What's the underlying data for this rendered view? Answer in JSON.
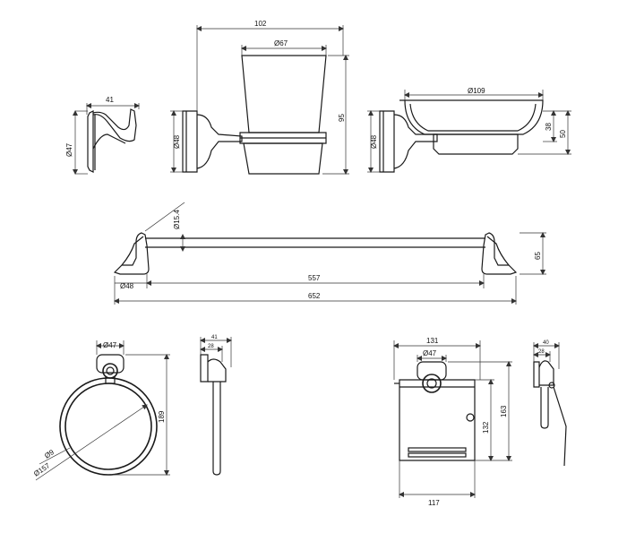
{
  "dimensions": {
    "robe_hook_width": "41",
    "robe_hook_base_dia": "Ø47",
    "tumbler_overall_width": "102",
    "tumbler_glass_dia": "Ø67",
    "tumbler_base_dia": "Ø48",
    "tumbler_height": "95",
    "soap_dish_dia": "Ø109",
    "soap_dish_base_dia": "Ø48",
    "soap_dish_depth_inner": "38",
    "soap_dish_depth_outer": "50",
    "towel_bar_rod_dia": "Ø15.4",
    "towel_bar_height": "65",
    "towel_bar_base_dia": "Ø48",
    "towel_bar_span": "557",
    "towel_bar_overall": "652",
    "ring_base_dia": "Ø47",
    "ring_height": "189",
    "ring_wire_dia": "Ø9",
    "ring_outer_dia": "Ø157",
    "ring_side_depth_outer": "41",
    "ring_side_depth_inner": "28",
    "tp_holder_width": "131",
    "tp_holder_base_dia": "Ø47",
    "tp_holder_height_outer": "163",
    "tp_holder_height_inner": "132",
    "tp_holder_bottom_width": "117",
    "tp_side_depth_outer": "40",
    "tp_side_depth_inner": "28"
  }
}
